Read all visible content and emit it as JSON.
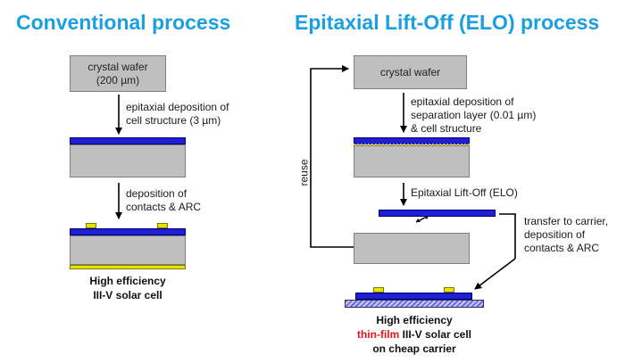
{
  "colors": {
    "title": "#1a9fe0",
    "layer_blue": "#1f1fd8",
    "wafer_grey": "#bfbfbf",
    "contact_gold": "#e8e200",
    "highlight_red": "#e8151c"
  },
  "conventional": {
    "title": "Conventional process",
    "wafer_label_1": "crystal wafer",
    "wafer_label_2": "(200 µm)",
    "step1_line1": "epitaxial deposition of",
    "step1_line2": "cell structure (3 µm)",
    "step2_line1": "deposition of",
    "step2_line2": "contacts & ARC",
    "result_line1": "High efficiency",
    "result_line2": "III-V solar cell"
  },
  "elo": {
    "title": "Epitaxial Lift-Off (ELO) process",
    "wafer_label": "crystal wafer",
    "step1_line1": "epitaxial deposition of",
    "step1_line2": "separation layer (0.01 µm)",
    "step1_line3": "& cell structure",
    "step2_label": "Epitaxial Lift-Off (ELO)",
    "reuse_label": "reuse",
    "transfer_line1": "transfer to carrier,",
    "transfer_line2": "deposition of",
    "transfer_line3": "contacts & ARC",
    "result_line1": "High efficiency",
    "result_line2_red": "thin-film",
    "result_line2_rest": " III-V solar cell",
    "result_line3": "on cheap carrier"
  }
}
